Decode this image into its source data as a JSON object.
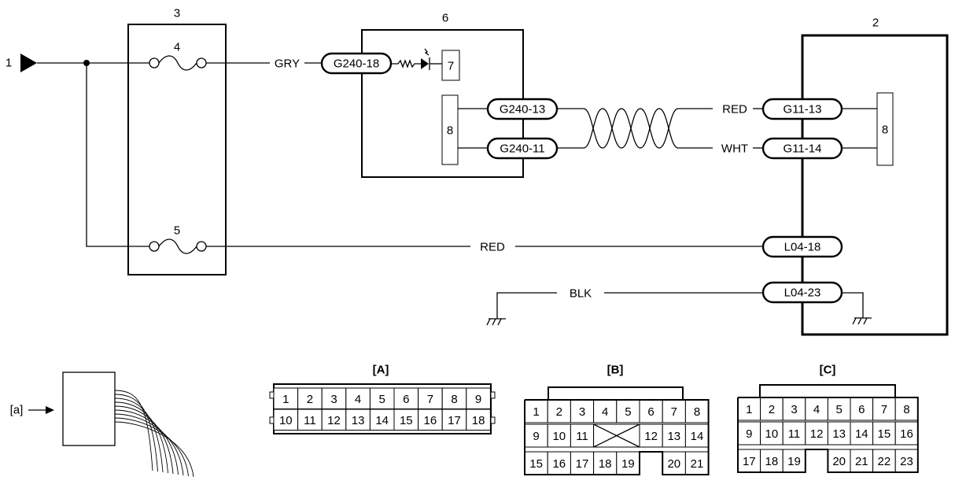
{
  "markers": {
    "battery": "1",
    "right_unit": "2",
    "fuse_box": "3",
    "fuse_a": "4",
    "fuse_b": "5",
    "middle_unit": "6",
    "indicator": "7",
    "module_left": "8",
    "module_right": "8",
    "view_arrow": "[a]"
  },
  "wires": {
    "gry": "GRY",
    "red_upper": "RED",
    "wht": "WHT",
    "red_lower": "RED",
    "blk": "BLK"
  },
  "pins": {
    "g240_18": "G240-18",
    "g240_13": "G240-13",
    "g240_11": "G240-11",
    "g11_13": "G11-13",
    "g11_14": "G11-14",
    "l04_18": "L04-18",
    "l04_23": "L04-23"
  },
  "connectors": {
    "a": {
      "label": "[A]",
      "rows": [
        [
          "1",
          "2",
          "3",
          "4",
          "5",
          "6",
          "7",
          "8",
          "9"
        ],
        [
          "10",
          "11",
          "12",
          "13",
          "14",
          "15",
          "16",
          "17",
          "18"
        ]
      ]
    },
    "b": {
      "label": "[B]",
      "rows": [
        [
          "1",
          "2",
          "3",
          "4",
          "5",
          "6",
          "7",
          "8"
        ],
        [
          "9",
          "10",
          "11",
          "12",
          "13",
          "14"
        ],
        [
          "15",
          "16",
          "17",
          "18",
          "19",
          "20",
          "21"
        ]
      ]
    },
    "c": {
      "label": "[C]",
      "rows": [
        [
          "1",
          "2",
          "3",
          "4",
          "5",
          "6",
          "7",
          "8"
        ],
        [
          "9",
          "10",
          "11",
          "12",
          "13",
          "14",
          "15",
          "16"
        ],
        [
          "17",
          "18",
          "19",
          "20",
          "21",
          "22",
          "23"
        ]
      ]
    }
  }
}
